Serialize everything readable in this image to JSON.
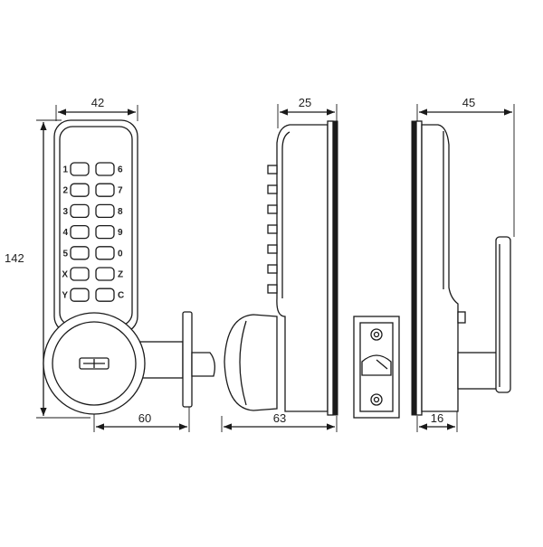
{
  "dimensions": {
    "front_width": "42",
    "front_height": "142",
    "front_depth": "60",
    "side_width": "25",
    "side_depth": "63",
    "rear_width": "45",
    "rear_depth": "16"
  },
  "keypad": {
    "left_keys": [
      "1",
      "2",
      "3",
      "4",
      "5",
      "X",
      "Y"
    ],
    "right_keys": [
      "6",
      "7",
      "8",
      "9",
      "0",
      "Z",
      "C"
    ]
  },
  "colors": {
    "line": "#1a1a1a",
    "background": "#ffffff"
  }
}
